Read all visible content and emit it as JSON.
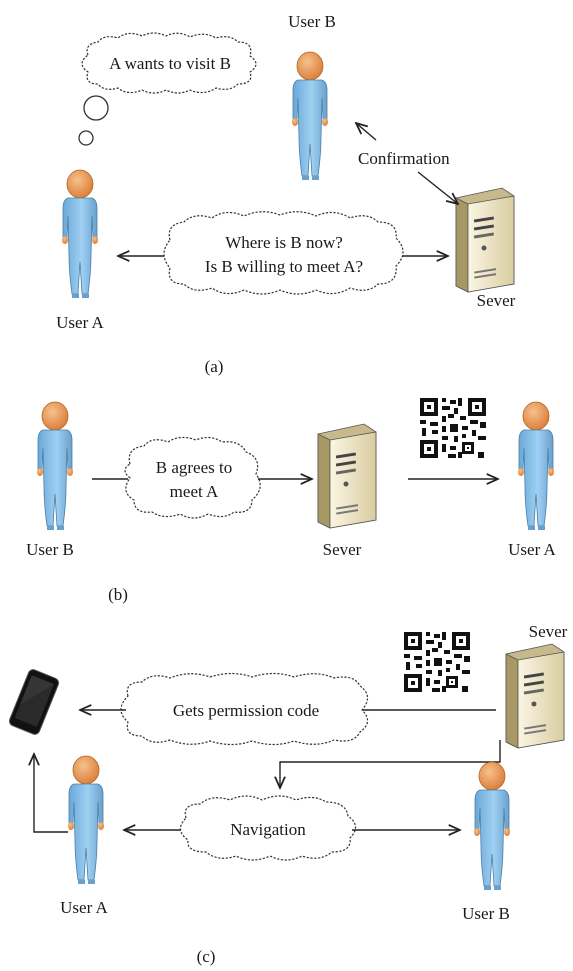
{
  "panel_a": {
    "caption": "(a)",
    "user_a_label": "User A",
    "user_b_label": "User B",
    "server_label": "Sever",
    "thought": "A wants to visit B",
    "query_line1": "Where is B now?",
    "query_line2": "Is B willing to meet A?",
    "confirmation": "Confirmation"
  },
  "panel_b": {
    "caption": "(b)",
    "user_b_label": "User B",
    "server_label": "Sever",
    "user_a_label": "User A",
    "message_line1": "B agrees to",
    "message_line2": "meet A"
  },
  "panel_c": {
    "caption": "(c)",
    "server_label": "Sever",
    "user_a_label": "User A",
    "user_b_label": "User B",
    "permission": "Gets permission code",
    "navigation": "Navigation"
  },
  "colors": {
    "person_body": "#8ec3ea",
    "person_head": "#f0a25e",
    "server_body": "#efe6c8",
    "phone": "#111111"
  }
}
